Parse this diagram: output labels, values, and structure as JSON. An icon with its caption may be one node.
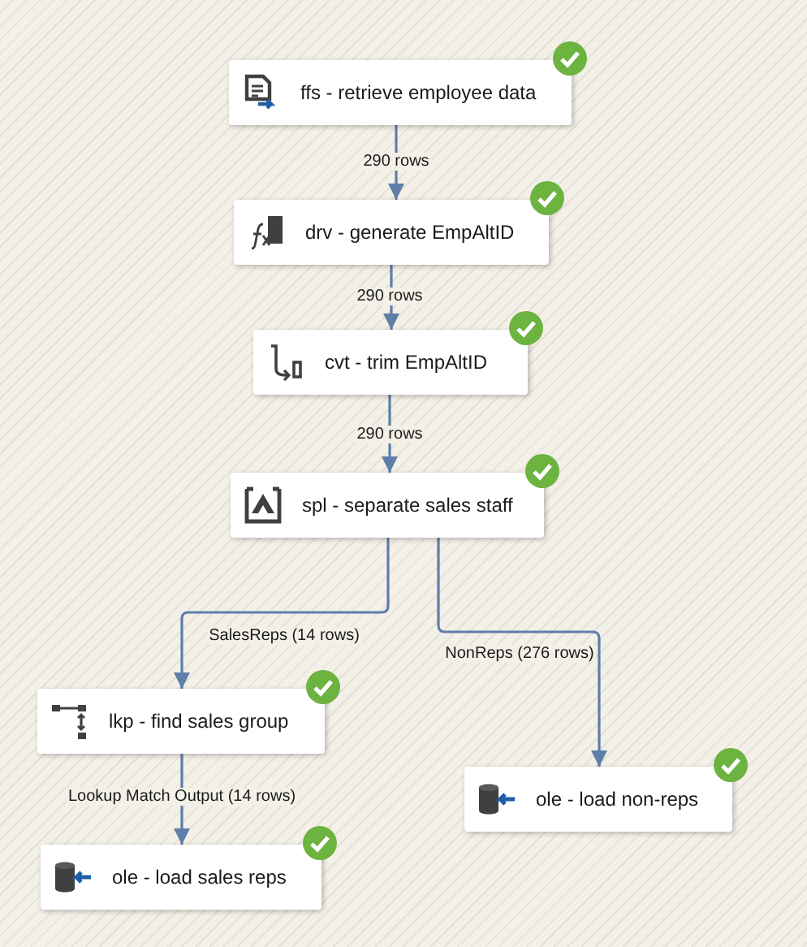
{
  "diagram": {
    "nodes": [
      {
        "text": [
          "ffs - retrieve employee data"
        ]
      },
      {
        "text": [
          "drv - generate EmpAltID"
        ]
      },
      {
        "text": [
          "cvt - trim EmpAltID"
        ]
      },
      {
        "text": [
          "spl - separate sales staff"
        ]
      },
      {
        "text": [
          "lkp - find sales group"
        ]
      },
      {
        "text": [
          "ole - load sales reps"
        ]
      },
      {
        "text": [
          "ole - load non-reps"
        ]
      }
    ],
    "edges": [
      {
        "from": 0,
        "to": 1,
        "arrow": "to",
        "label": "290 rows"
      },
      {
        "from": 1,
        "to": 2,
        "arrow": "to",
        "label": "290 rows"
      },
      {
        "from": 2,
        "to": 3,
        "arrow": "to",
        "label": "290 rows"
      },
      {
        "from": 3,
        "to": 4,
        "arrow": "to",
        "label": "SalesReps (14 rows)"
      },
      {
        "from": 3,
        "to": 6,
        "arrow": "to",
        "label": "NonReps (276 rows)"
      },
      {
        "from": 4,
        "to": 5,
        "arrow": "to",
        "label": "Lookup Match Output (14 rows)"
      }
    ]
  }
}
